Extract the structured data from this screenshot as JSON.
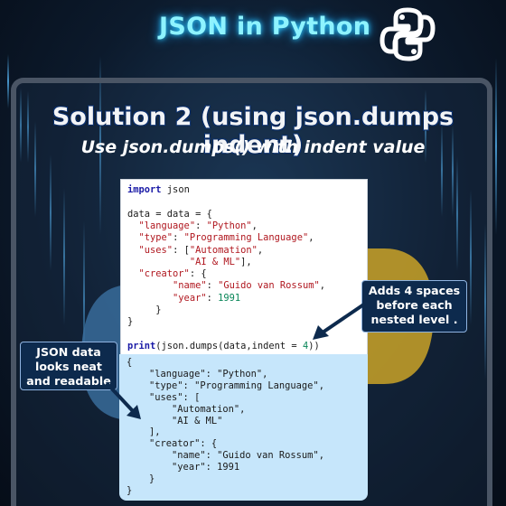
{
  "header": {
    "title": "JSON in Python",
    "logo_icon": "python-logo-icon"
  },
  "section": {
    "title": "Solution 2 (using json.dumps indent)",
    "subtitle": "Use json.dumps() with indent value"
  },
  "code": {
    "lines": [
      "import json",
      "",
      "data = data = {",
      "  \"language\": \"Python\",",
      "  \"type\": \"Programming Language\",",
      "  \"uses\": [\"Automation\",",
      "           \"AI & ML\"],",
      "  \"creator\": {",
      "        \"name\": \"Guido van Rossum\",",
      "        \"year\": 1991",
      "     }",
      "}",
      "",
      "print(json.dumps(data,indent = 4))"
    ]
  },
  "output": {
    "lines": [
      "{",
      "    \"language\": \"Python\",",
      "    \"type\": \"Programming Language\",",
      "    \"uses\": [",
      "        \"Automation\",",
      "        \"AI & ML\"",
      "    ],",
      "    \"creator\": {",
      "        \"name\": \"Guido van Rossum\",",
      "        \"year\": 1991",
      "    }",
      "}"
    ]
  },
  "callouts": {
    "indent_note": "Adds 4 spaces\nbefore each\nnested level .",
    "output_note": "JSON data\nlooks neat\nand readable"
  },
  "colors": {
    "title_glow": "#8ef3ff",
    "background": "#0a1420",
    "output_bg": "#c6e6fb",
    "callout_bg": "#0d2a4d",
    "python_blue": "#3a6f9e",
    "python_yellow": "#c9a227"
  }
}
